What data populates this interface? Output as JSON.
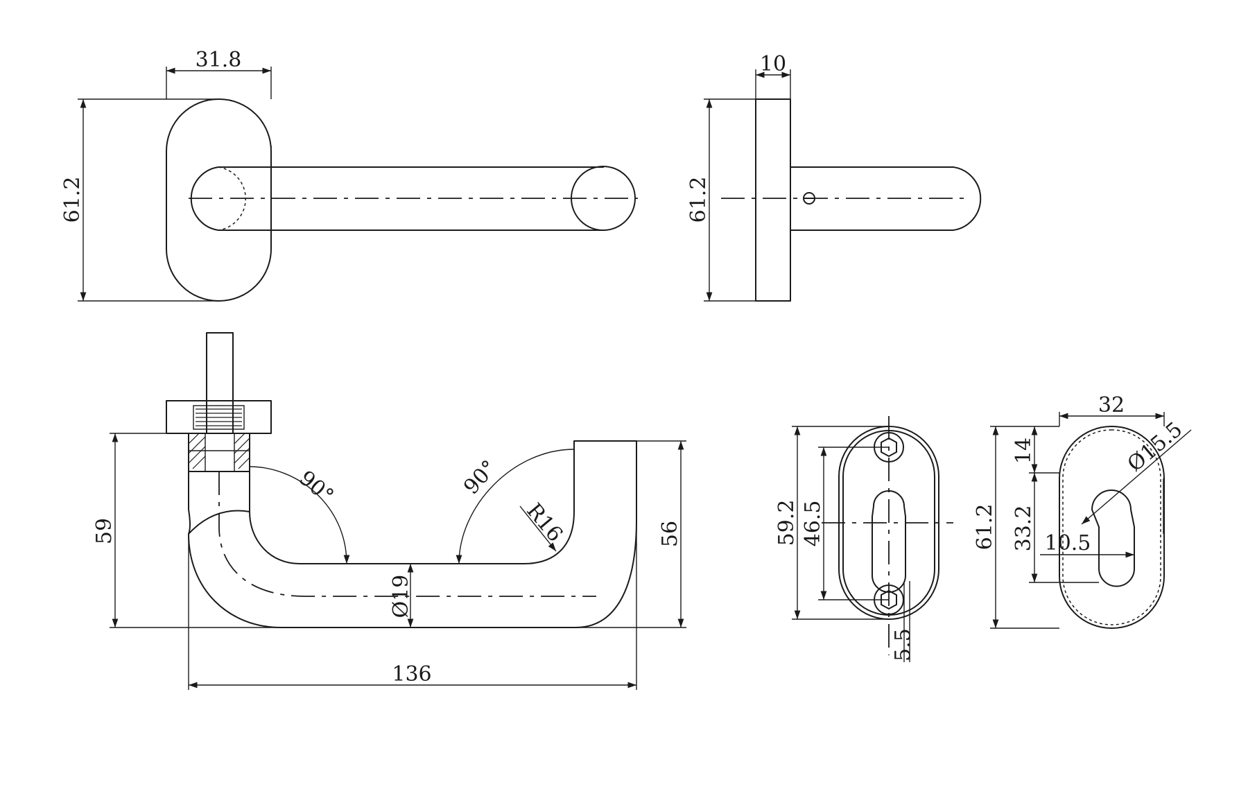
{
  "dimensions": {
    "top_view_width": "31.8",
    "top_view_height": "61.2",
    "side_view_thickness": "10",
    "side_view_height": "61.2",
    "lever_height_left": "59",
    "lever_height_right": "56",
    "angle_left": "90°",
    "angle_right": "90°",
    "bend_radius": "R16",
    "bar_diameter": "Ø19",
    "overall_length": "136",
    "rose_height": "59.2",
    "rose_hole_spacing": "46.5",
    "rose_screw_offset": "5.5",
    "escutcheon_width": "32",
    "escutcheon_height": "61.2",
    "escutcheon_top_offset": "14",
    "escutcheon_cylinder_length": "33.2",
    "escutcheon_cylinder_width": "10.5",
    "escutcheon_cylinder_diameter": "Ø15.5"
  }
}
